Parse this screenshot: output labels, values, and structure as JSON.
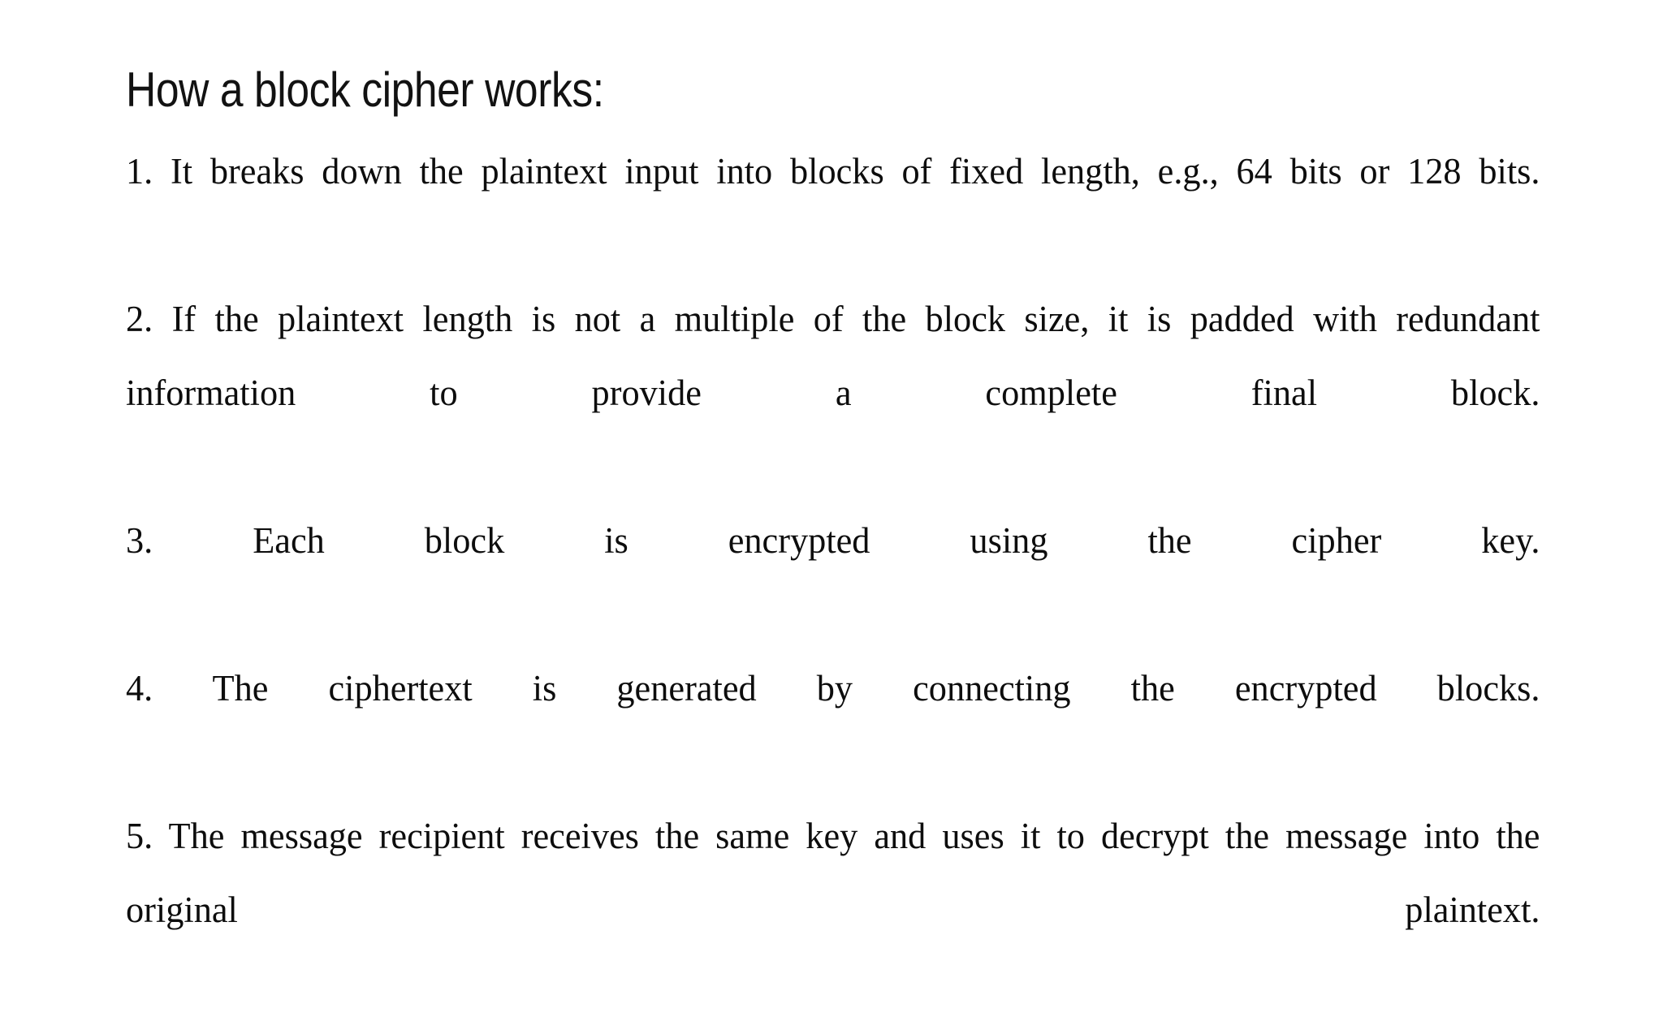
{
  "document": {
    "background_color": "#ffffff",
    "text_color": "#0d0d0d",
    "title_color": "#121212",
    "title": "How a block cipher works:",
    "paragraphs": [
      {
        "number": "1.",
        "text": "1. It breaks down the plaintext input into blocks of fixed length, e.g., 64 bits or 128 bits."
      },
      {
        "number": "2.",
        "text": "2. If the plaintext length is not a multiple of the block size, it is padded with redundant information to provide a complete final block."
      },
      {
        "number": "3.",
        "text": "3. Each block is encrypted using the cipher key."
      },
      {
        "number": "4.",
        "text": "4. The ciphertext is generated by connecting the encrypted blocks."
      },
      {
        "number": "5.",
        "text": "5. The message recipient receives the same key and uses it to decrypt the message into the original plaintext."
      }
    ]
  }
}
